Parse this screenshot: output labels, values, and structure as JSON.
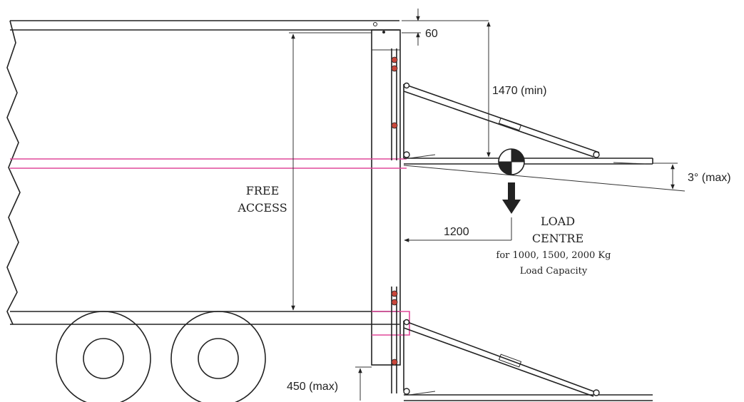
{
  "labels": {
    "dim_top": "60",
    "dim_height": "1470 (min)",
    "dim_angle": "3° (max)",
    "dim_offset": "1200",
    "dim_bottom": "450 (max)",
    "free_access_1": "FREE",
    "free_access_2": "ACCESS",
    "load_1": "LOAD",
    "load_2": "CENTRE",
    "load_3": "for 1000, 1500, 2000 Kg",
    "load_4": "Load Capacity"
  },
  "colors": {
    "line": "#222222",
    "highlight": "#e0489a",
    "accent": "#c8473b"
  }
}
